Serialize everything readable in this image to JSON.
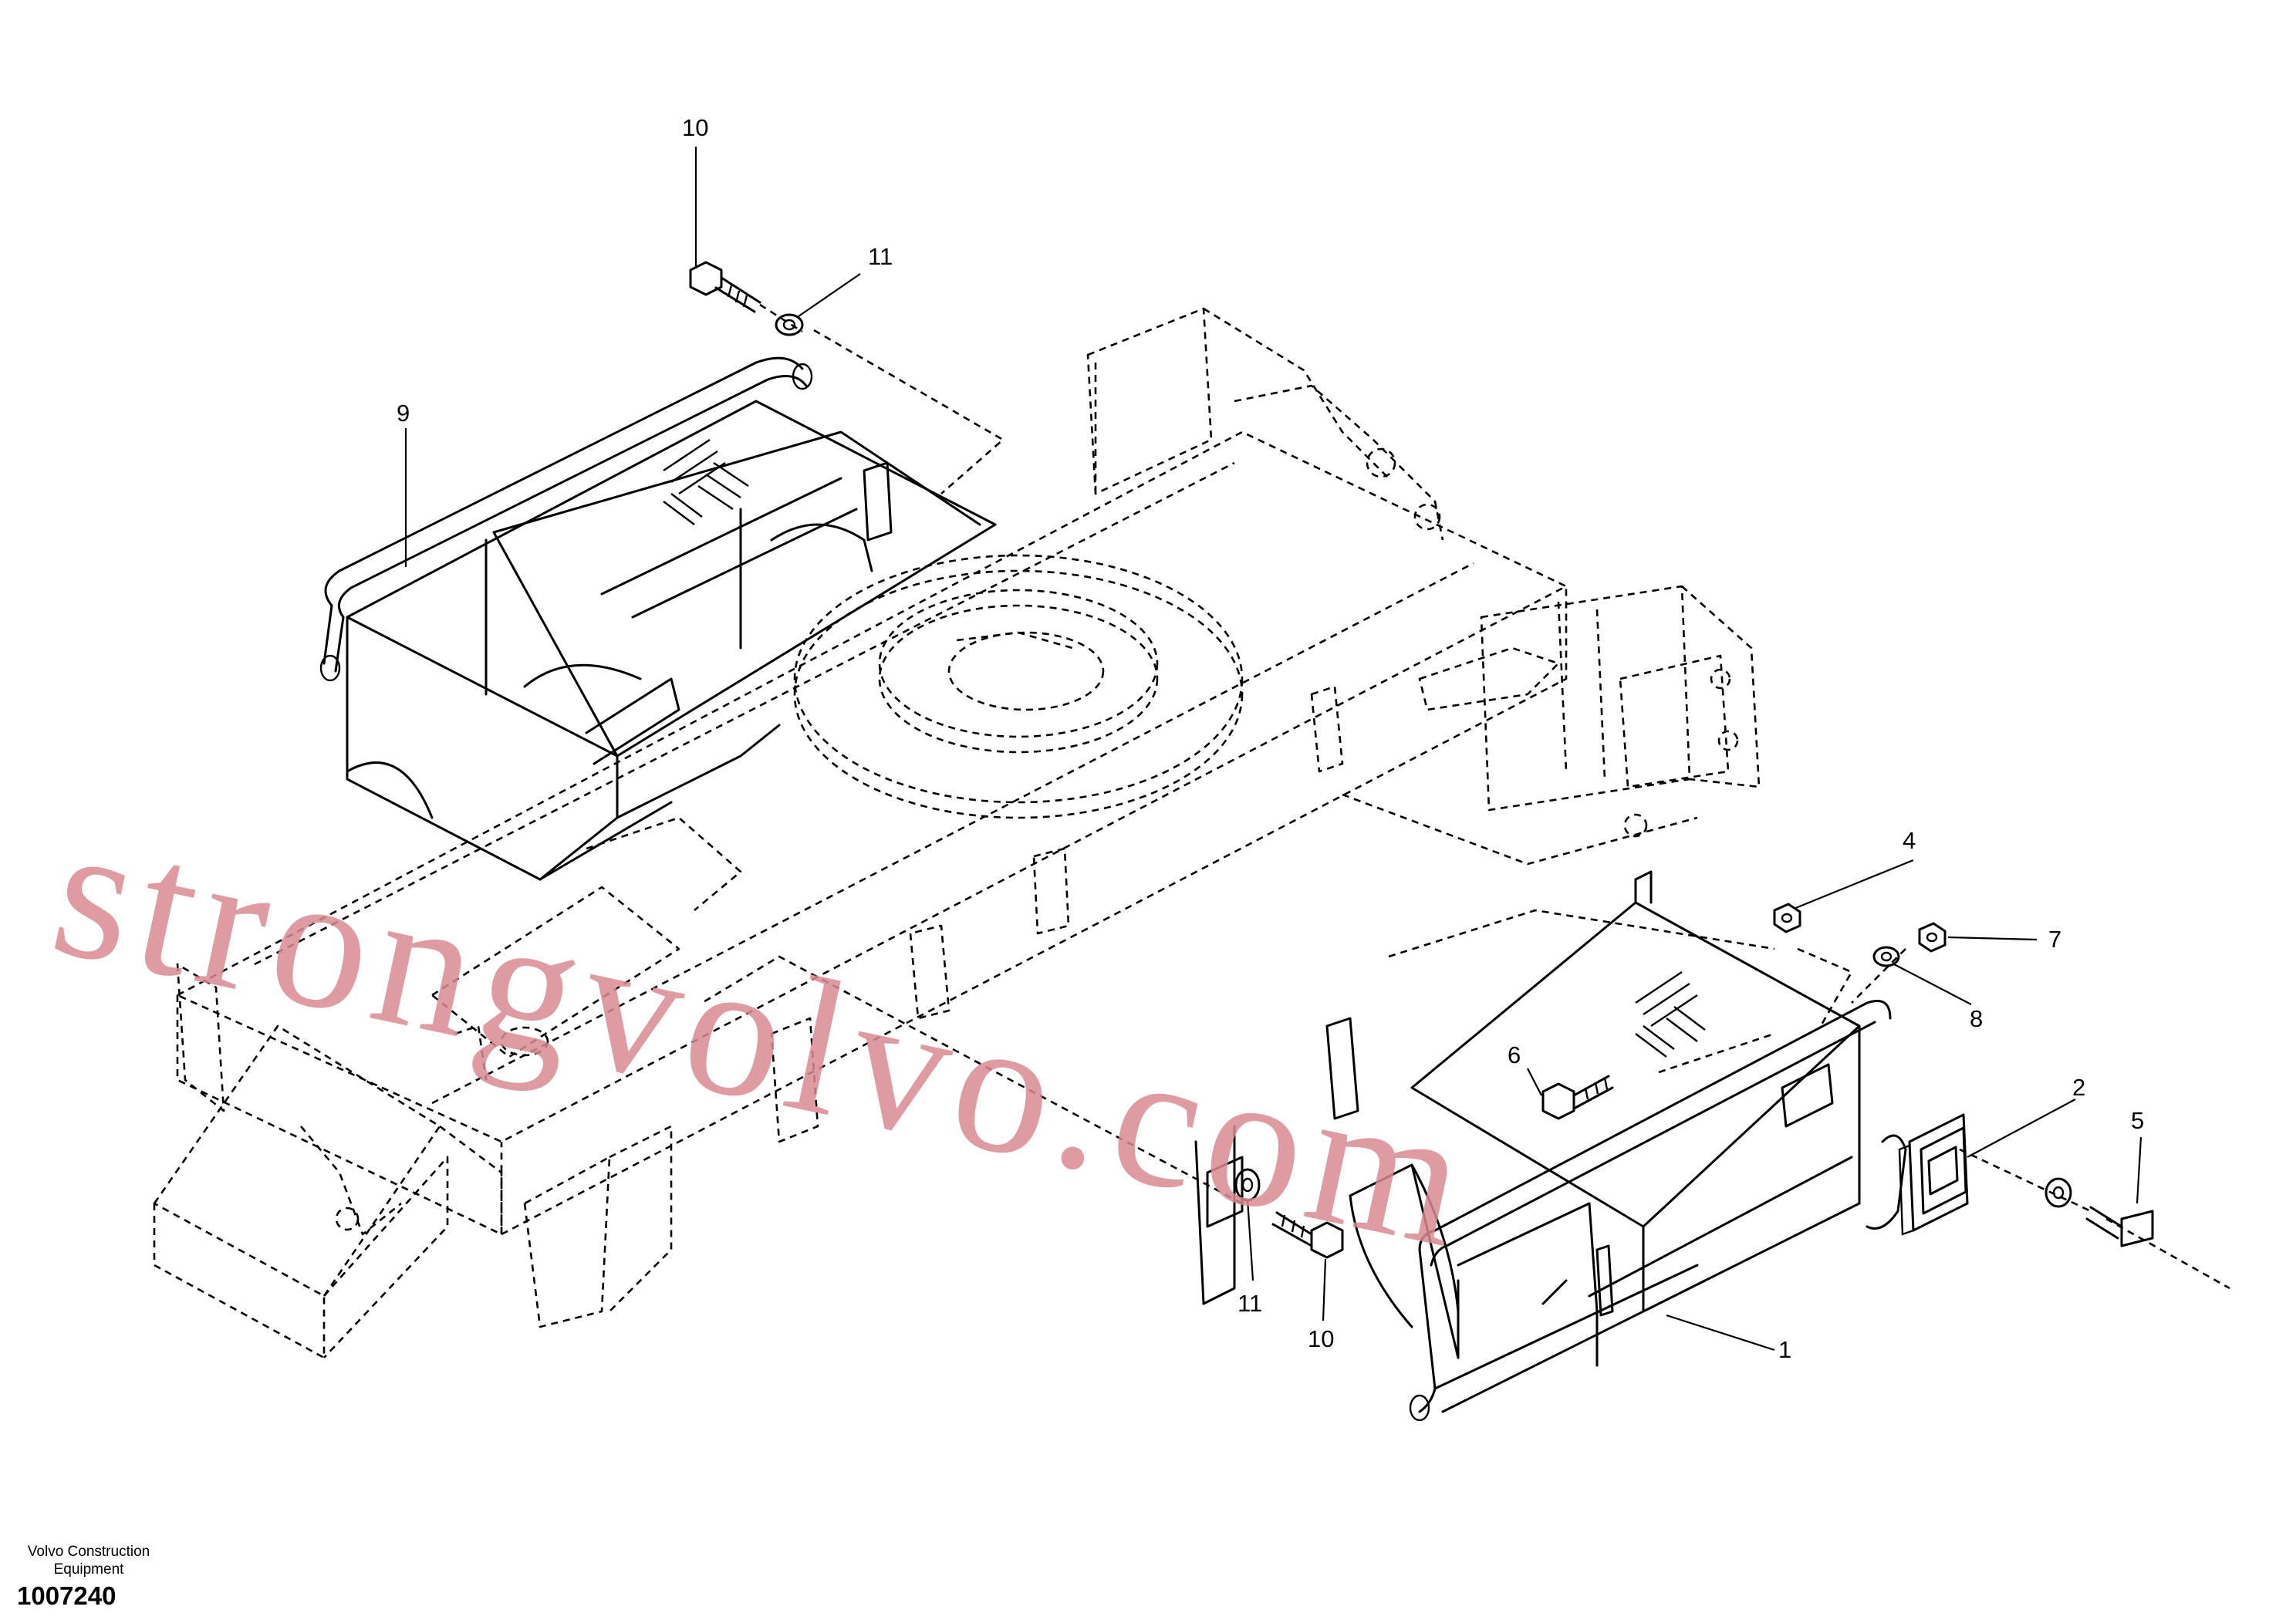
{
  "callouts": {
    "c10_top": "10",
    "c11_top": "11",
    "c9": "9",
    "c4": "4",
    "c7": "7",
    "c8": "8",
    "c6": "6",
    "c2": "2",
    "c5": "5",
    "c11_bottom": "11",
    "c10_bottom": "10",
    "c1": "1"
  },
  "watermark": "strongvolvo.com",
  "footer": {
    "manufacturer": "Volvo Construction Equipment",
    "figure_number": "1007240"
  }
}
